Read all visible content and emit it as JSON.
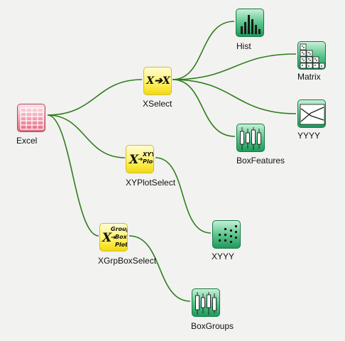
{
  "nodes": {
    "excel": {
      "label": "Excel",
      "icon": "table-grid-icon"
    },
    "xselect": {
      "label": "XSelect",
      "icon": "x-to-x-icon",
      "icon_text": "X➔X"
    },
    "xyplotselect": {
      "label": "XYPlotSelect",
      "icon": "x-to-xyy-plot-icon",
      "icon_main": "X",
      "icon_sub": [
        "XYY",
        "Plot"
      ]
    },
    "xgrpboxselect": {
      "label": "XGrpBoxSelect",
      "icon": "x-to-group-box-plot-icon",
      "icon_main": "X",
      "icon_sub": [
        "Group",
        "Box",
        "Plot"
      ]
    },
    "hist": {
      "label": "Hist",
      "icon": "histogram-icon"
    },
    "matrix": {
      "label": "Matrix",
      "icon": "scatter-matrix-icon"
    },
    "yyyy": {
      "label": "YYYY",
      "icon": "line-chart-icon"
    },
    "boxfeatures": {
      "label": "BoxFeatures",
      "icon": "boxplot-icon"
    },
    "xyyy": {
      "label": "XYYY",
      "icon": "dot-plot-icon"
    },
    "boxgroups": {
      "label": "BoxGroups",
      "icon": "boxplot-groups-icon"
    }
  },
  "connections": [
    [
      "excel",
      "xselect"
    ],
    [
      "excel",
      "xyplotselect"
    ],
    [
      "excel",
      "xgrpboxselect"
    ],
    [
      "xselect",
      "hist"
    ],
    [
      "xselect",
      "matrix"
    ],
    [
      "xselect",
      "yyyy"
    ],
    [
      "xselect",
      "boxfeatures"
    ],
    [
      "xyplotselect",
      "xyyy"
    ],
    [
      "xgrpboxselect",
      "boxgroups"
    ]
  ],
  "colors": {
    "wire": "#2e7d1b",
    "background": "#f2f2f0"
  }
}
